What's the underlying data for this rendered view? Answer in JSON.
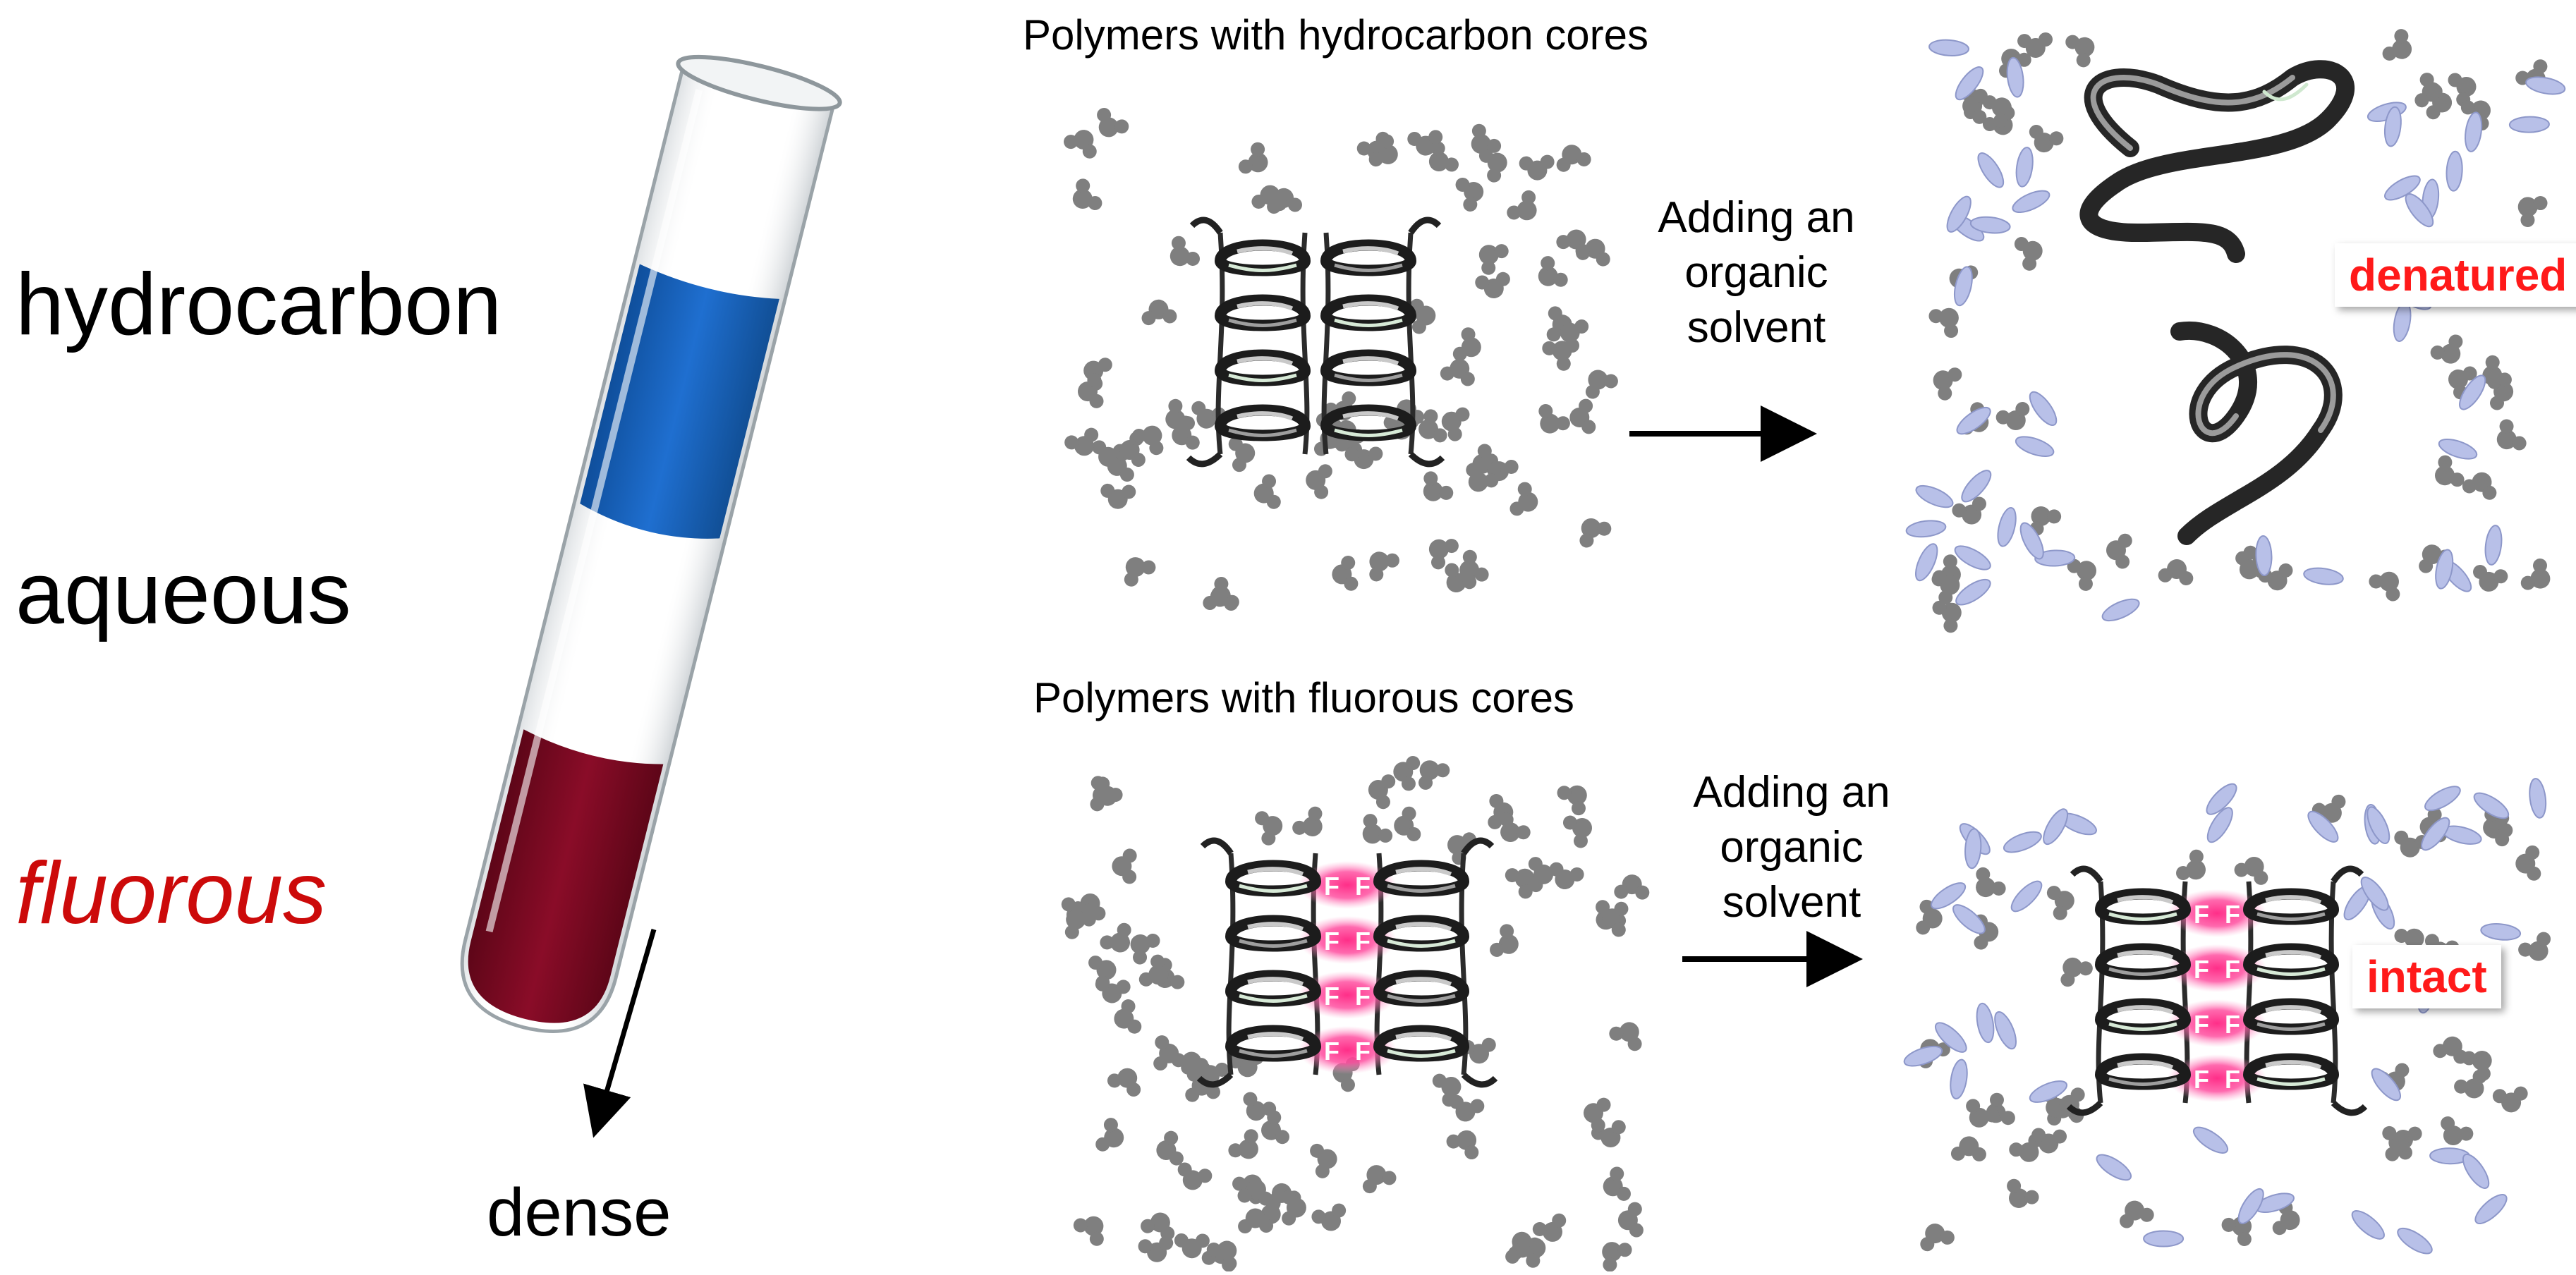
{
  "tube": {
    "layers": {
      "hydrocarbon": "hydrocarbon",
      "aqueous": "aqueous",
      "fluorous": "fluorous"
    },
    "dense_label": "dense",
    "colors": {
      "hydrocarbon_layer": "#1a5fb4",
      "fluorous_layer": "#7d0a22",
      "fluorous_text": "#cc0a0a"
    }
  },
  "rows": [
    {
      "title": "Polymers with hydrocarbon cores",
      "step": [
        "Adding an",
        "organic",
        "solvent"
      ],
      "result": "denatured"
    },
    {
      "title": "Polymers with fluorous cores",
      "step": [
        "Adding an",
        "organic",
        "solvent"
      ],
      "result": "intact"
    }
  ],
  "fluorine_symbol": "F",
  "colors": {
    "water_molecule": "#7f7f7f",
    "solvent_molecule": "#b8c0e8",
    "fluorous_glow": "#ff2e88",
    "callout_text": "#ff1a1a"
  }
}
